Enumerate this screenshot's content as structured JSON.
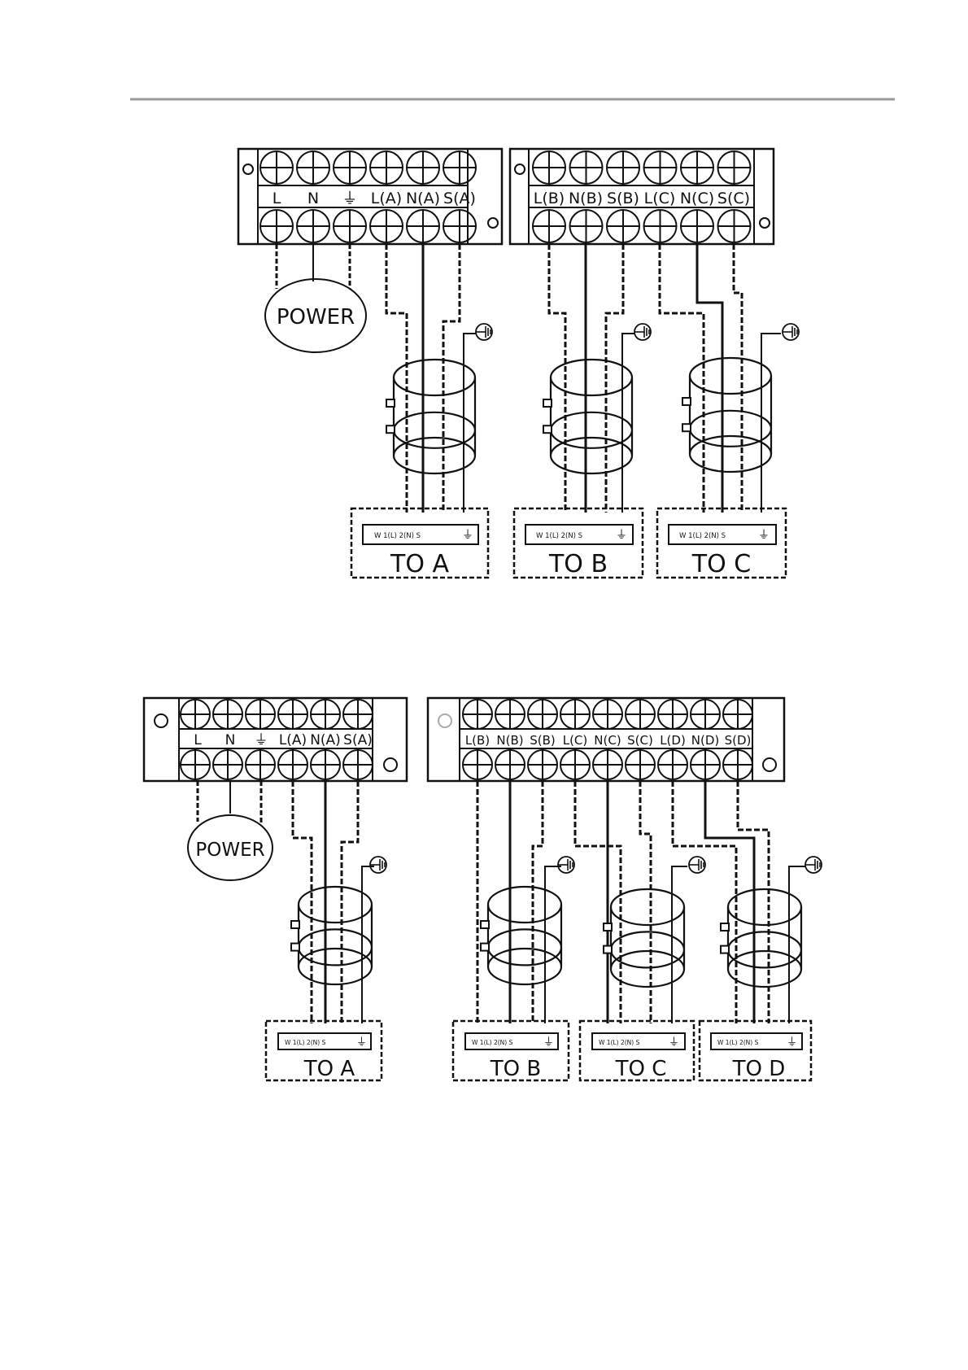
{
  "diagram_top": {
    "left_block_labels": [
      "L",
      "N",
      "⏚",
      "L(A)",
      "N(A)",
      "S(A)"
    ],
    "right_block_labels": [
      "L(B)",
      "N(B)",
      "S(B)",
      "L(C)",
      "N(C)",
      "S(C)"
    ],
    "power_label": "POWER",
    "units": [
      {
        "terminals": "W  1(L)  2(N)  S",
        "ground": "⏚",
        "label": "TO   A"
      },
      {
        "terminals": "W  1(L)  2(N)  S",
        "ground": "⏚",
        "label": "TO   B"
      },
      {
        "terminals": "W  1(L)  2(N)  S",
        "ground": "⏚",
        "label": "TO   C"
      }
    ]
  },
  "diagram_bottom": {
    "left_block_labels": [
      "L",
      "N",
      "⏚",
      "L(A)",
      "N(A)",
      "S(A)"
    ],
    "right_block_labels": [
      "L(B)",
      "N(B)",
      "S(B)",
      "L(C)",
      "N(C)",
      "S(C)",
      "L(D)",
      "N(D)",
      "S(D)"
    ],
    "power_label": "POWER",
    "units": [
      {
        "terminals": "W  1(L)  2(N)  S",
        "ground": "⏚",
        "label": "TO   A"
      },
      {
        "terminals": "W  1(L)  2(N)  S",
        "ground": "⏚",
        "label": "TO   B"
      },
      {
        "terminals": "W  1(L)  2(N)  S",
        "ground": "⏚",
        "label": "TO   C"
      },
      {
        "terminals": "W  1(L)  2(N)  S",
        "ground": "⏚",
        "label": "TO   D"
      }
    ]
  }
}
